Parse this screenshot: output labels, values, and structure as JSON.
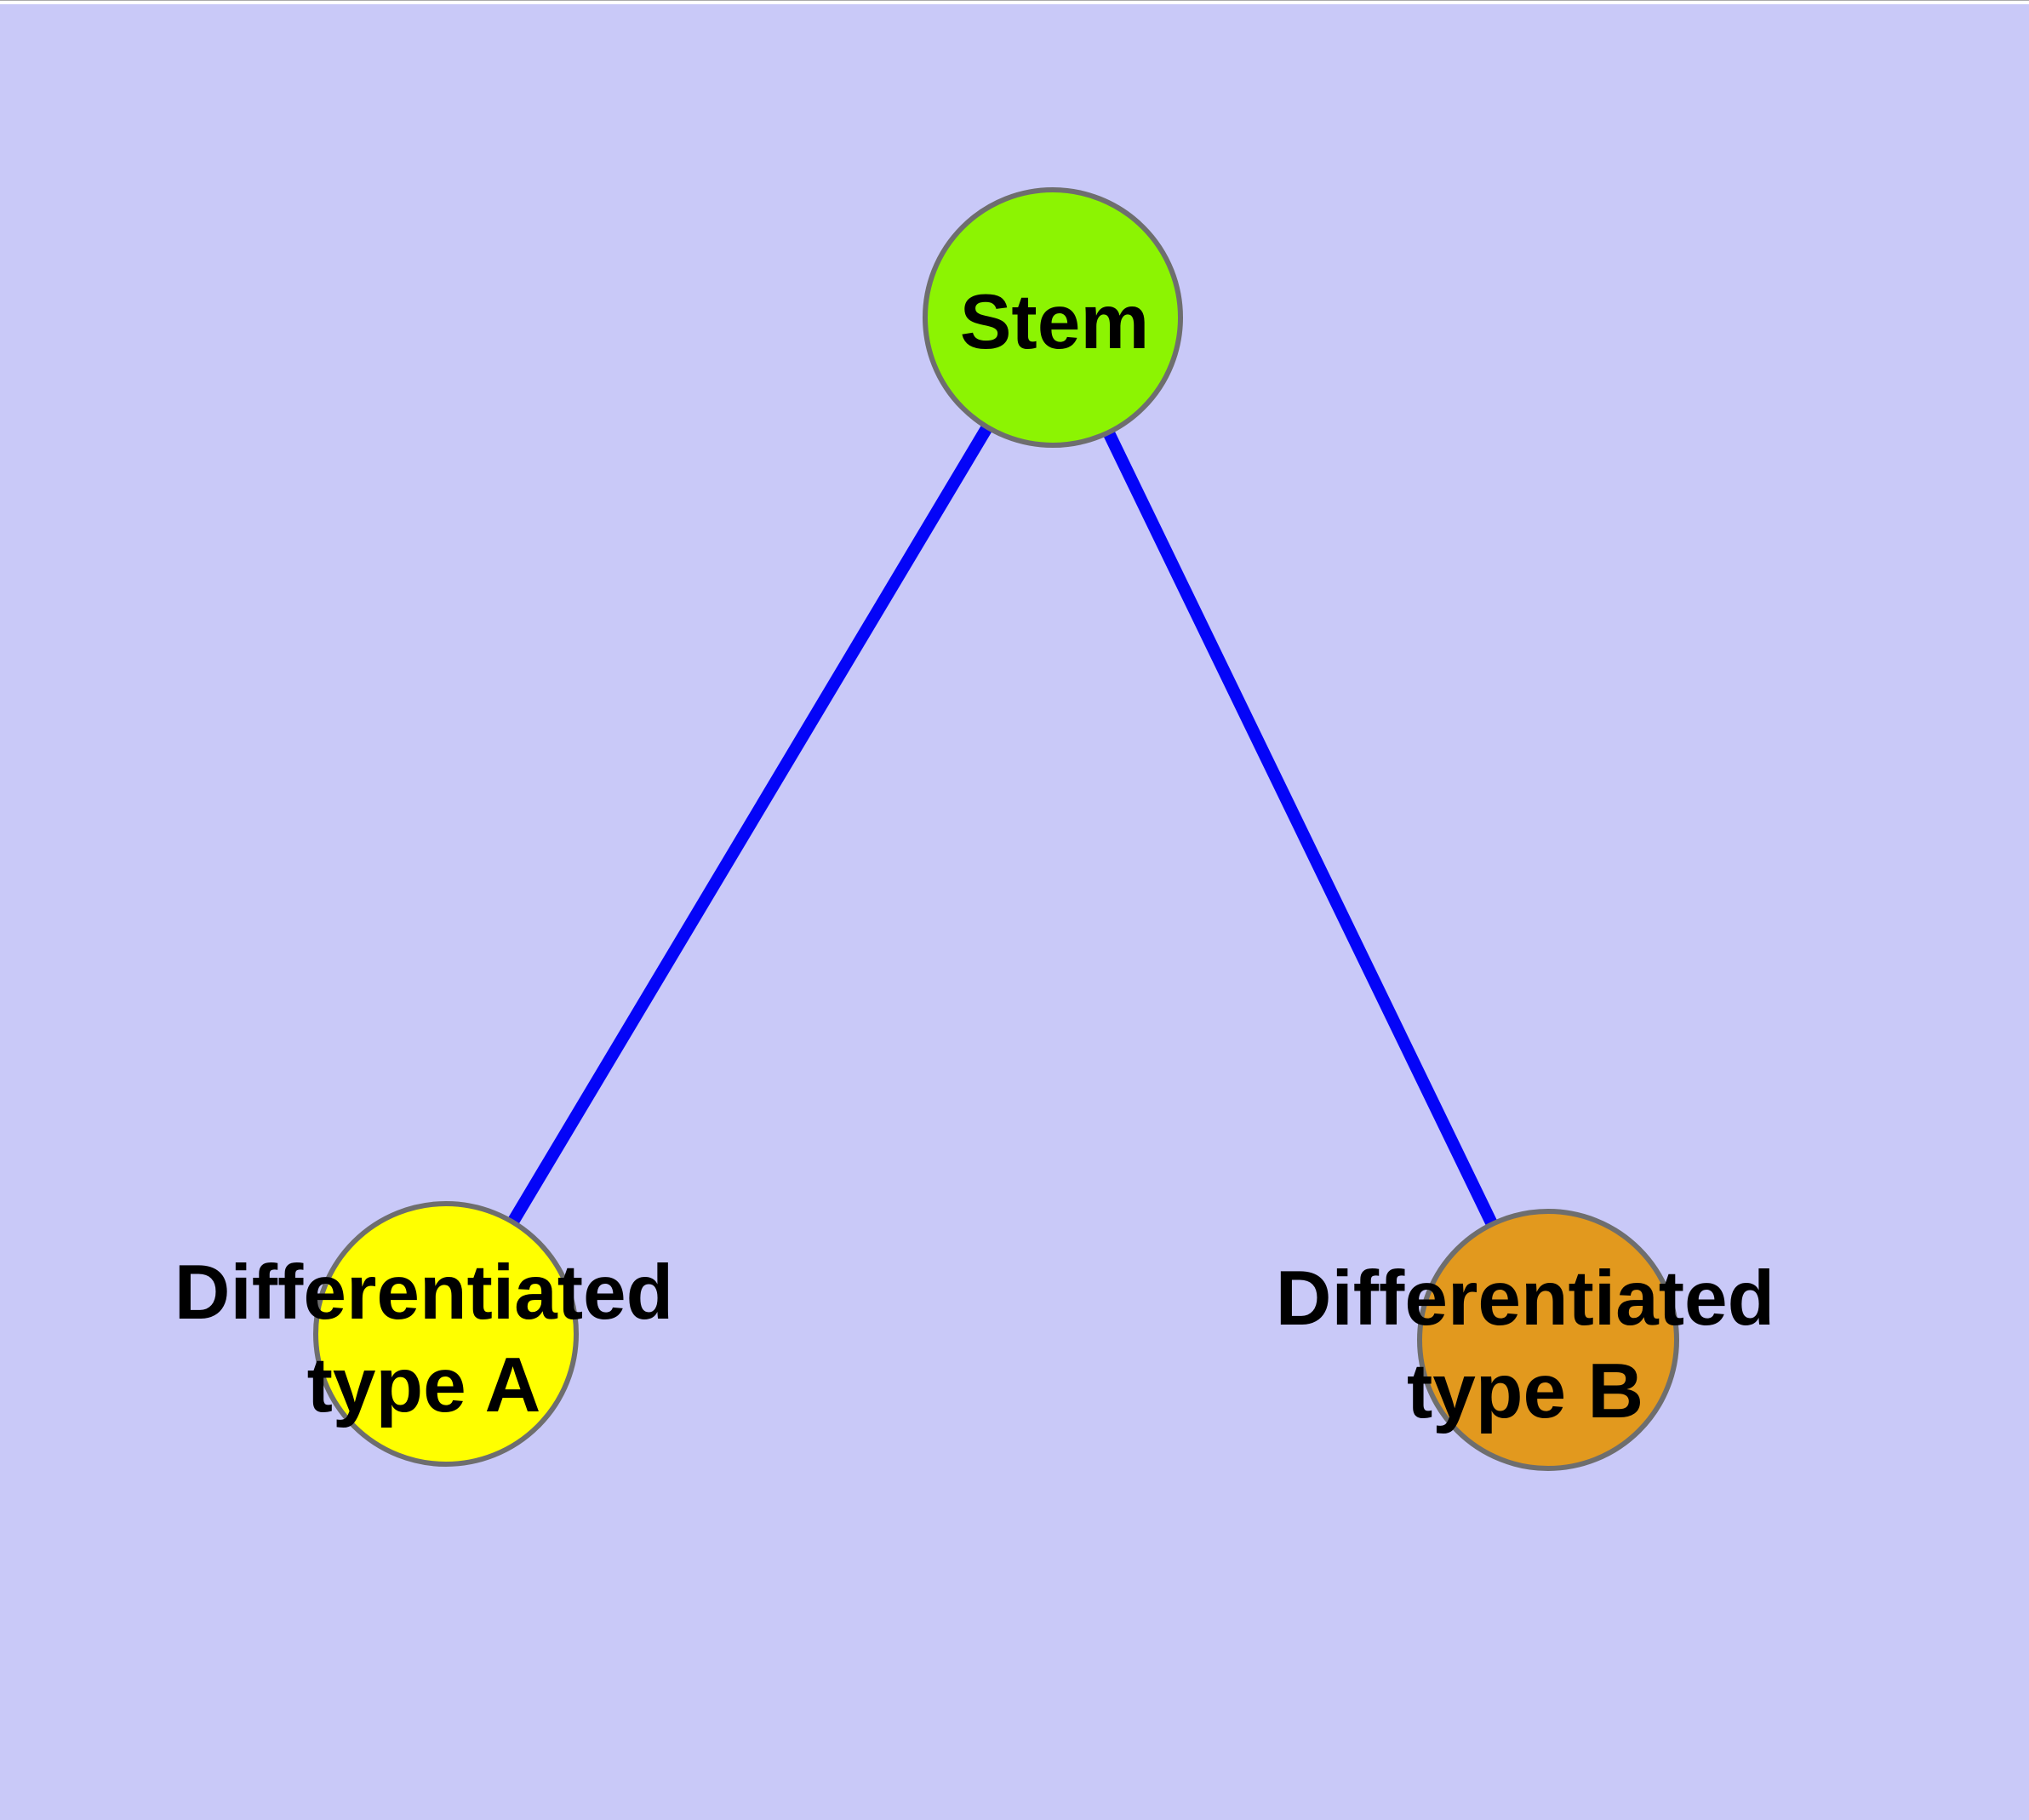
{
  "diagram": {
    "type": "node-link-graph"
  },
  "nodes": [
    {
      "id": "stem",
      "label": "Stem",
      "label_lines": [
        "Stem"
      ],
      "fill": "#8CF402"
    },
    {
      "id": "differentiated-type-a",
      "label": "Differentiated type A",
      "label_lines": [
        "Differentiated",
        "type A"
      ],
      "fill": "#FFFF00"
    },
    {
      "id": "differentiated-type-b",
      "label": "Differentiated type B",
      "label_lines": [
        "Differentiated",
        "type B"
      ],
      "fill": "#E2991E"
    }
  ],
  "edges": [
    {
      "from": "Stem",
      "to": "Differentiated type A"
    },
    {
      "from": "Stem",
      "to": "Differentiated type B"
    }
  ],
  "colors": {
    "background": "#C9C9F8",
    "edge": "#0404F8",
    "node_border": "#6E6E6E",
    "label_text": "#000000",
    "top_margin_strip": "#FFFFFF"
  }
}
